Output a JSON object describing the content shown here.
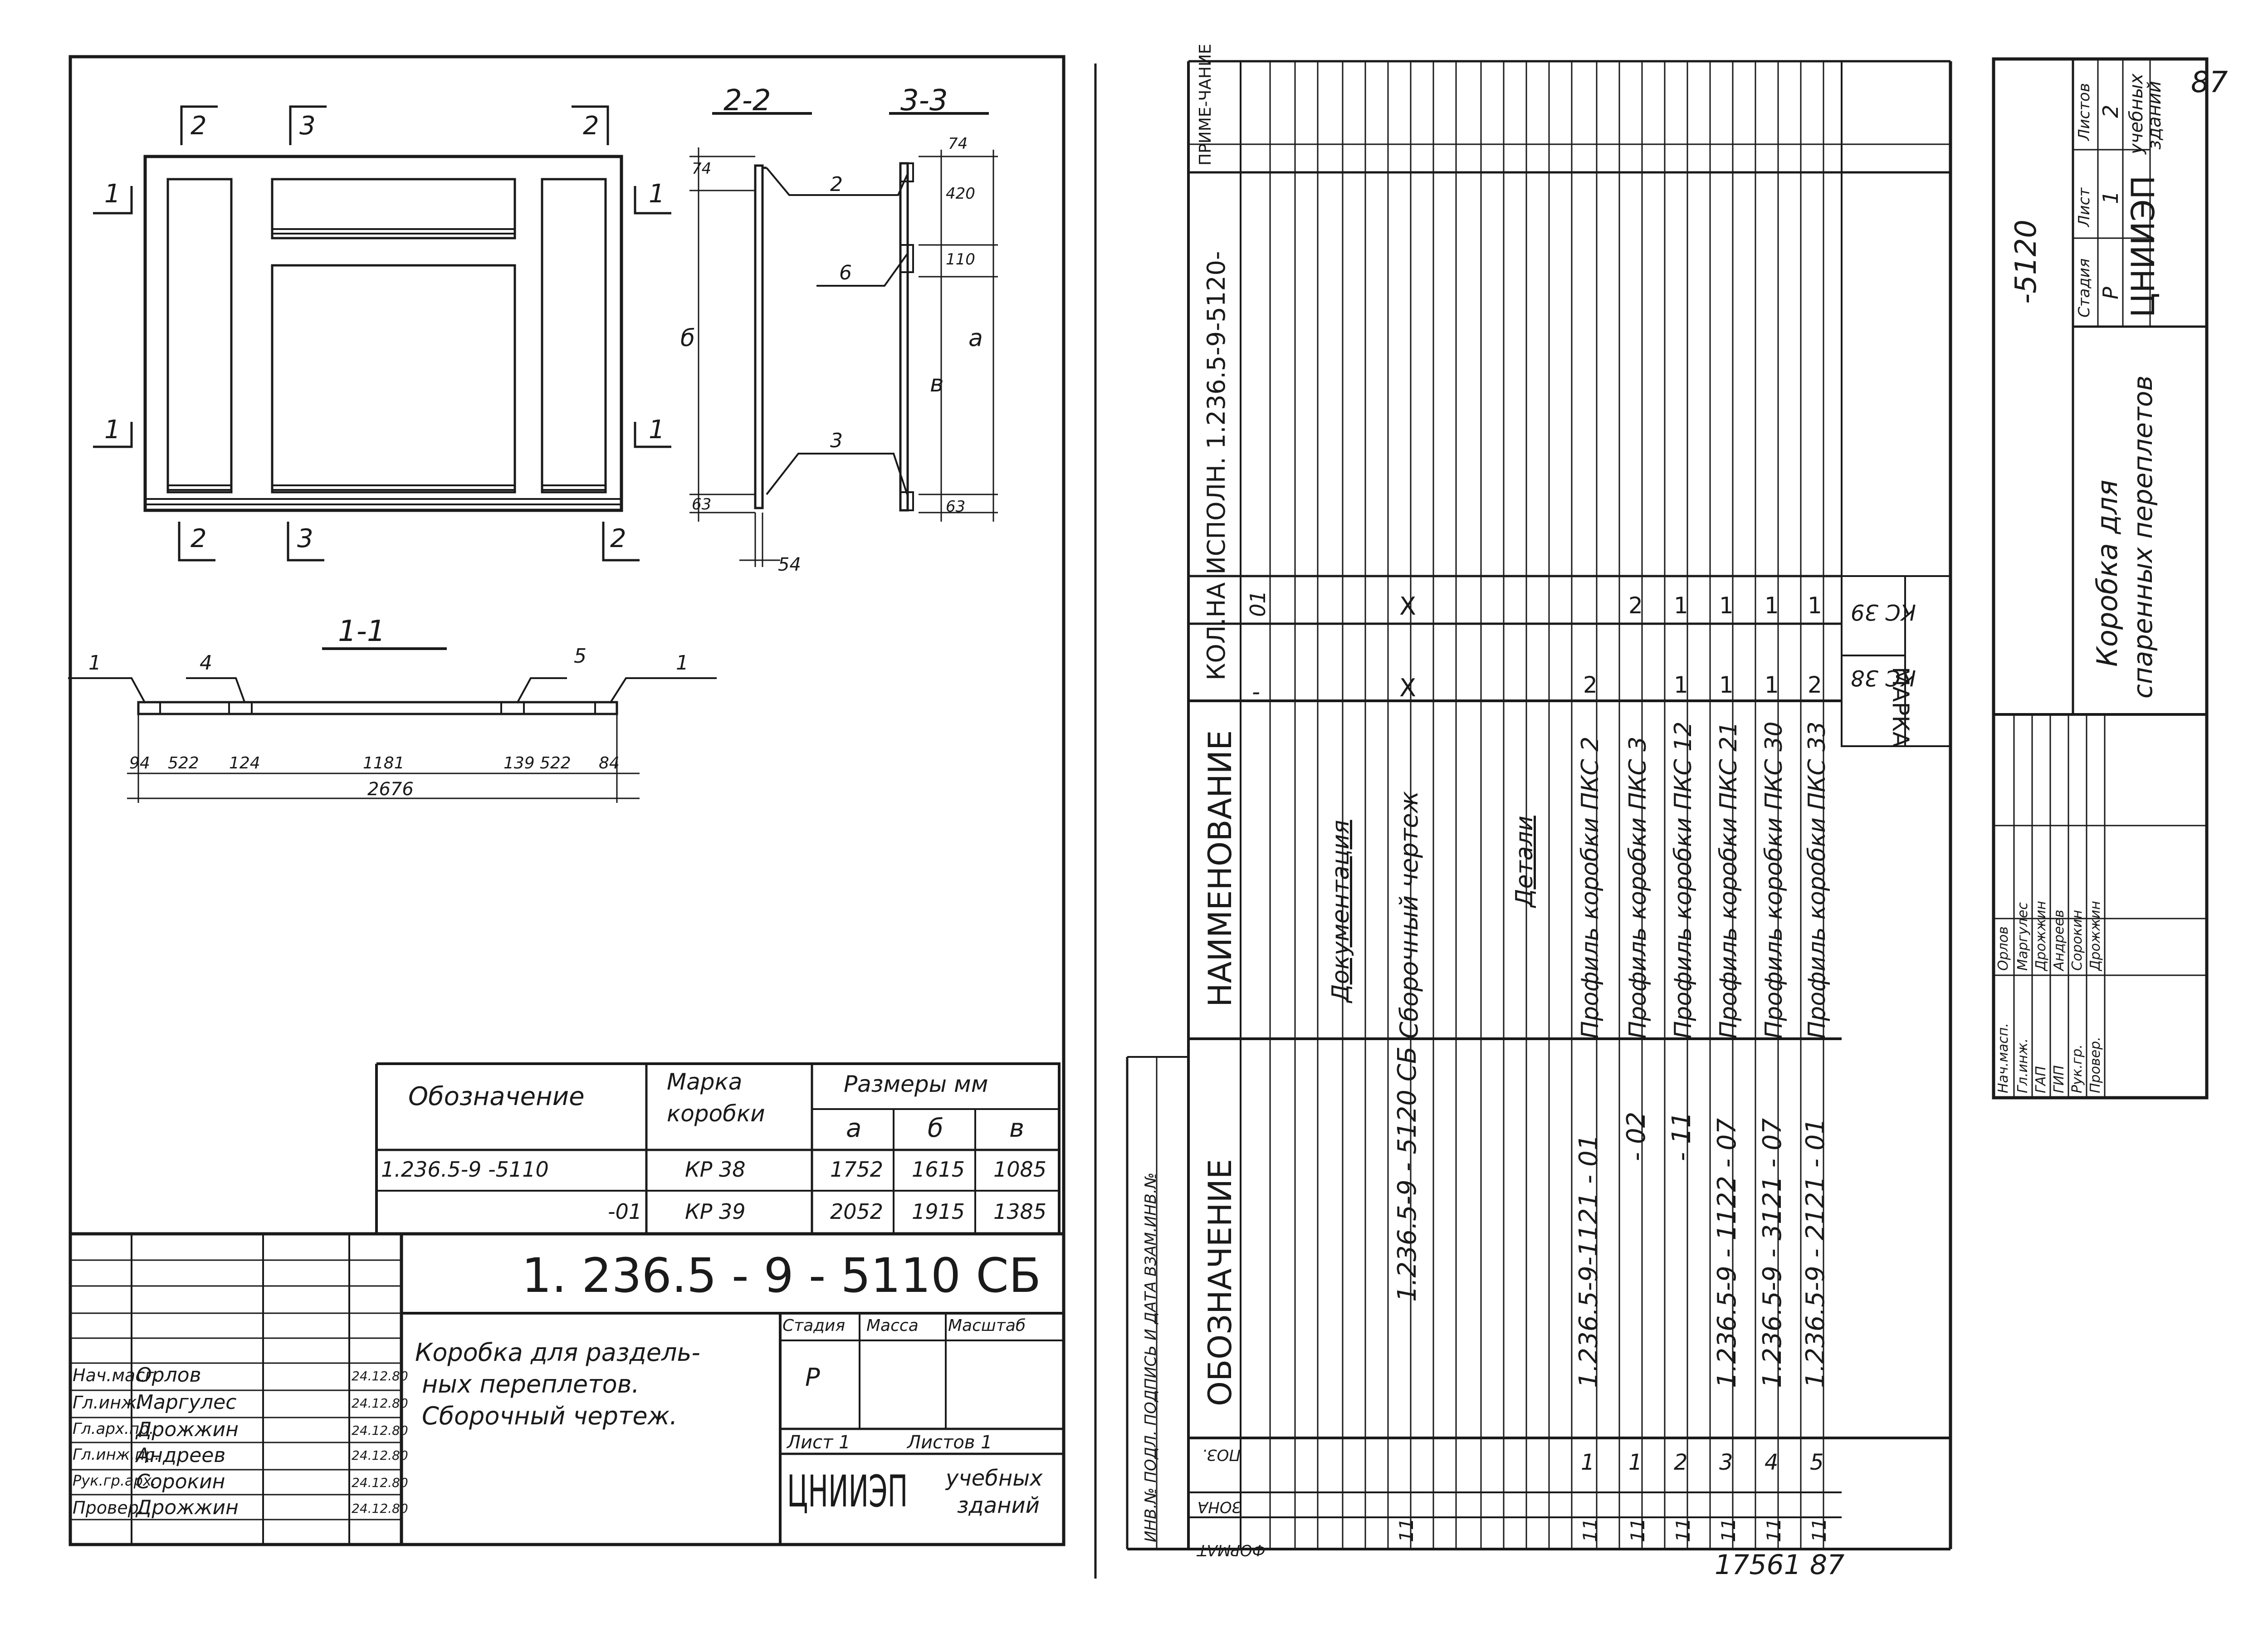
{
  "left_sheet": {
    "views": {
      "section_2_2": "2-2",
      "section_3_3": "3-3",
      "section_1_1": "1-1"
    },
    "cut_marks": {
      "one": "1",
      "two": "2",
      "three": "3"
    },
    "callouts": {
      "c1": "1",
      "c2": "2",
      "c3": "3",
      "c4": "4",
      "c5": "5",
      "c6": "6"
    },
    "side_dims": {
      "d74a": "74",
      "d63a": "63",
      "d54": "54",
      "db": "б",
      "d74b": "74",
      "d420": "420",
      "d110": "110",
      "d8": "в",
      "da": "а",
      "d63b": "63"
    },
    "plan_dims": {
      "d94a": "94",
      "d522a": "522",
      "d124": "124",
      "d1181": "1181",
      "d139": "139",
      "d522b": "522",
      "d84": "84",
      "total": "2676"
    },
    "table": {
      "h_designation": "Обозначение",
      "h_mark_1": "Марка",
      "h_mark_2": "коробки",
      "h_sizes": "Размеры мм",
      "h_a": "а",
      "h_b": "б",
      "h_v": "в",
      "rows": [
        {
          "designation": "1.236.5-9 -5110",
          "mark": "КР 38",
          "a": "1752",
          "b": "1615",
          "v": "1085"
        },
        {
          "designation": "-01",
          "mark": "КР 39",
          "a": "2052",
          "b": "1915",
          "v": "1385"
        }
      ]
    },
    "title_block": {
      "code": "1. 236.5 - 9 - 5110 СБ",
      "name_1": "Коробка для раздель-",
      "name_2": "ных переплетов.",
      "name_3": "Сборочный чертеж.",
      "h_stage": "Стадия",
      "h_mass": "Масса",
      "h_scale": "Масштаб",
      "stage": "Р",
      "sheet": "Лист 1",
      "sheets": "Листов 1",
      "org": "ЦНИИЭП",
      "org_sub_1": "учебных",
      "org_sub_2": "зданий",
      "signers": [
        {
          "role": "Нач.масг.",
          "name": "Орлов",
          "date": "24.12.80"
        },
        {
          "role": "Гл.инж.",
          "name": "Маргулес",
          "date": "24.12.80"
        },
        {
          "role": "Гл.арх.пр.",
          "name": "Дрожжин",
          "date": "24.12.80"
        },
        {
          "role": "Гл.инж.пр.",
          "name": "Андреев",
          "date": "24.12.80"
        },
        {
          "role": "Рук.гр.арх.",
          "name": "Сорокин",
          "date": "24.12.80"
        },
        {
          "role": "Провер.",
          "name": "Дрожжин",
          "date": "24.12.80"
        }
      ]
    }
  },
  "right_sheet": {
    "side_strip": "ИНВ.№ ПОДЛ. ПОДПИСЬ И ДАТА ВЗАМ.ИНВ.№",
    "headers": {
      "format": "ФОРМАТ",
      "zone": "ЗОНА",
      "pos": "ПОЗ.",
      "designation": "ОБОЗНАЧЕНИЕ",
      "name": "НАИМЕНОВАНИЕ",
      "qty": "КОЛ.НА ИСПОЛН. 1.236.5-9-5120-",
      "note": "ПРИМЕ-ЧАНИЕ",
      "exec_dash": "-",
      "exec_01": "01"
    },
    "sections": {
      "documentation": "Документация",
      "details": "Детали"
    },
    "rows": [
      {
        "format": "11",
        "designation": "1.236.5-9 - 5120 СБ",
        "name": "Сборочный чертеж",
        "q1": "X",
        "q2": "X"
      },
      {
        "format": "11",
        "pos": "1",
        "designation": "1.236.5-9-1121 - 01",
        "name": "Профиль коробки ПКС 2",
        "q1": "2",
        "q2": ""
      },
      {
        "format": "11",
        "pos": "1",
        "designation": "- 02",
        "name": "Профиль коробки ПКС 3",
        "q1": "",
        "q2": "2"
      },
      {
        "format": "11",
        "pos": "2",
        "designation": "- 11",
        "name": "Профиль коробки ПКС 12",
        "q1": "1",
        "q2": "1"
      },
      {
        "format": "11",
        "pos": "3",
        "designation": "1.236.5-9 - 1122 - 07",
        "name": "Профиль коробки ПКС 21",
        "q1": "1",
        "q2": "1"
      },
      {
        "format": "11",
        "pos": "4",
        "designation": "1.236.5-9 - 3121 - 07",
        "name": "Профиль коробки ПКС 30",
        "q1": "1",
        "q2": "1"
      },
      {
        "format": "11",
        "pos": "5",
        "designation": "1.236.5-9 - 2121 - 01",
        "name": "Профиль коробки ПКС 33",
        "q1": "2",
        "q2": "1"
      }
    ],
    "mark_header": "МАРКА",
    "mark_kc38": "КС 38",
    "mark_kc39": "КС 39",
    "title_block": {
      "code": "-5120",
      "name_1": "Коробка для",
      "name_2": "спаренных переплетов",
      "h_stage": "Стадия",
      "h_sheet": "Лист",
      "h_sheets": "Листов",
      "stage": "Р",
      "sheet": "1",
      "sheets": "2",
      "org": "ЦНИИЭП",
      "org_sub_1": "учебных",
      "org_sub_2": "зданий",
      "signers": [
        {
          "role": "Нач.масп.",
          "name": "Орлов"
        },
        {
          "role": "Гл.инж.",
          "name": "Маргулес"
        },
        {
          "role": "ГАП",
          "name": "Дрожжин"
        },
        {
          "role": "ГИП",
          "name": "Андреев"
        },
        {
          "role": "Рук.гр.",
          "name": "Сорокин"
        },
        {
          "role": "Провер.",
          "name": "Дрожжин"
        }
      ]
    },
    "page_number": "87",
    "archive": "17561 87"
  }
}
